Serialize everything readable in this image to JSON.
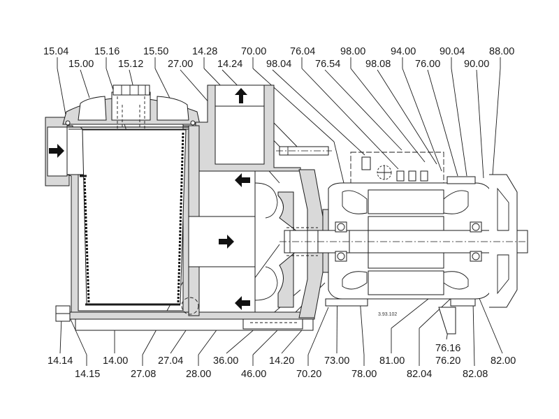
{
  "drawing": {
    "title": "Pump sectional drawing",
    "drawing_number": "3.93.102",
    "top_labels_row1": [
      "15.04",
      "15.16",
      "15.50",
      "14.28",
      "70.00",
      "76.04",
      "98.00",
      "94.00",
      "90.04",
      "88.00"
    ],
    "top_labels_row2": [
      "15.00",
      "15.12",
      "27.00",
      "14.24",
      "98.04",
      "76.54",
      "98.08",
      "76.00",
      "90.00"
    ],
    "bottom_labels_row1": [
      "14.14",
      "14.00",
      "27.04",
      "36.00",
      "14.20",
      "73.00",
      "81.00",
      "76.16",
      "82.00"
    ],
    "bottom_labels_row1b": [
      "76.20"
    ],
    "bottom_labels_row2": [
      "14.15",
      "27.08",
      "28.00",
      "46.00",
      "70.20",
      "78.00",
      "82.04",
      "82.08"
    ],
    "colors": {
      "line": "#1a1a1a",
      "casting": "#d9d9d9",
      "background": "#ffffff"
    },
    "icons": [
      "flow-arrow-right",
      "flow-arrow-up",
      "flow-arrow-left"
    ]
  }
}
